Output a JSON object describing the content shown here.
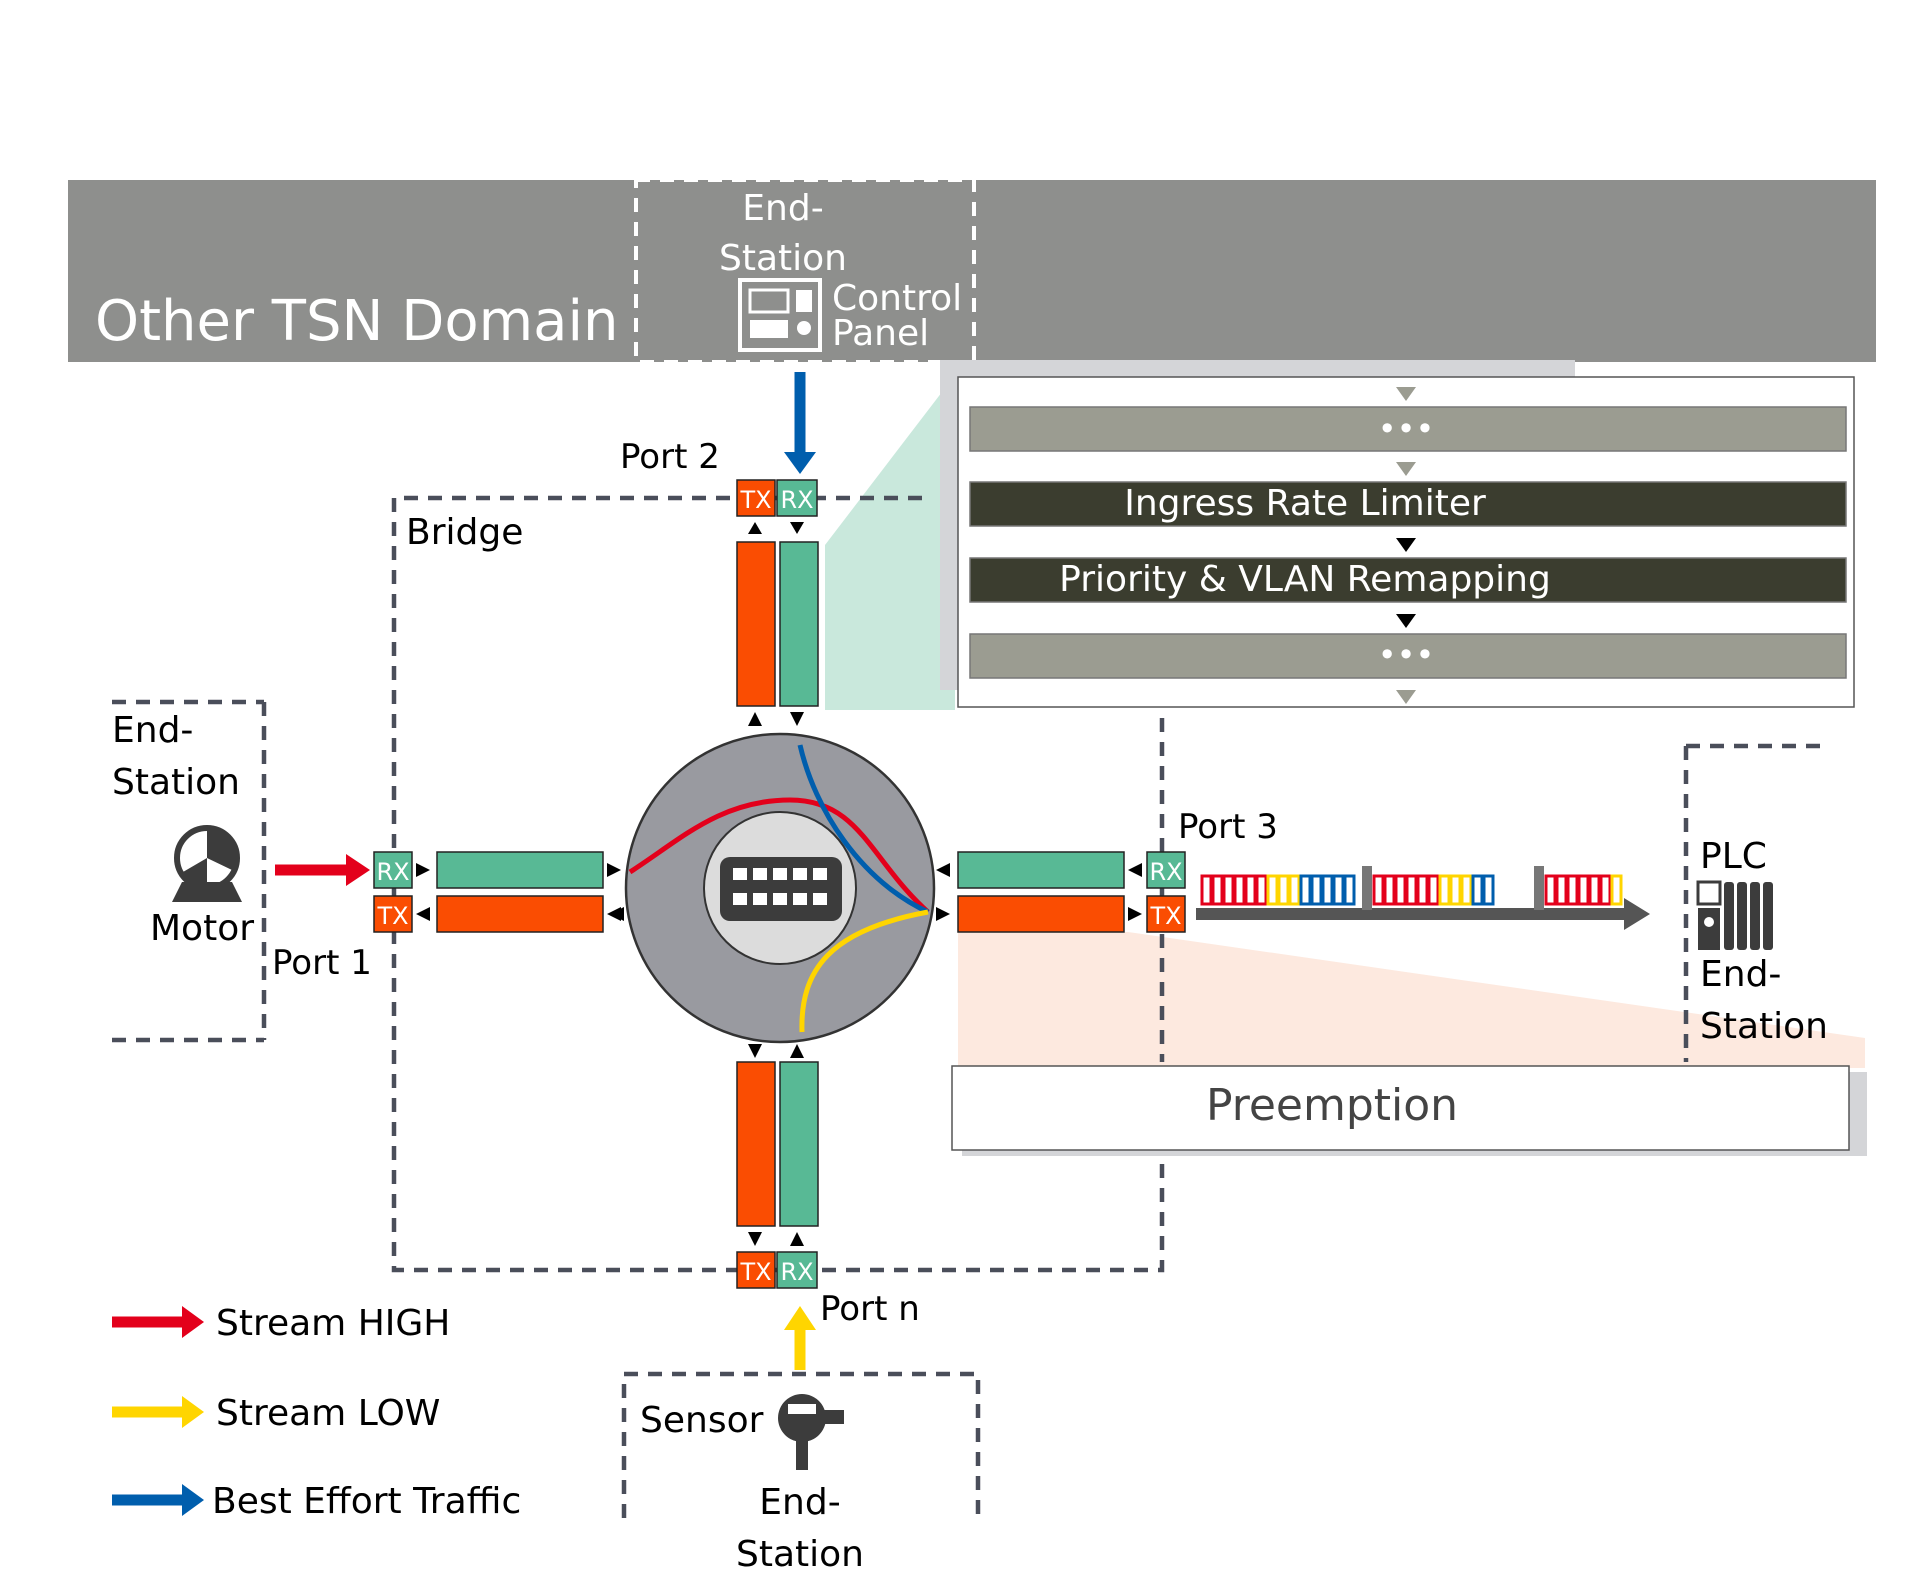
{
  "domain_banner": {
    "title": "Other TSN Domain"
  },
  "control_panel": {
    "role_line1": "End-",
    "role_line2": "Station",
    "name_line1": "Control",
    "name_line2": "Panel"
  },
  "bridge": {
    "label": "Bridge"
  },
  "ports": {
    "port1": {
      "label": "Port 1",
      "rx": "RX",
      "tx": "TX"
    },
    "port2": {
      "label": "Port 2",
      "rx": "RX",
      "tx": "TX"
    },
    "port3": {
      "label": "Port 3",
      "rx": "RX",
      "tx": "TX"
    },
    "portn": {
      "label": "Port n",
      "rx": "RX",
      "tx": "TX"
    }
  },
  "motor_station": {
    "role_line1": "End-",
    "role_line2": "Station",
    "name": "Motor"
  },
  "plc_station": {
    "name": "PLC",
    "role_line1": "End-",
    "role_line2": "Station"
  },
  "sensor_station": {
    "name": "Sensor",
    "role_line1": "End-",
    "role_line2": "Station"
  },
  "ingress_pipeline": {
    "stages": [
      {
        "label": "•••",
        "style": "ellipsis"
      },
      {
        "label": "Ingress Rate Limiter",
        "style": "dark"
      },
      {
        "label": "Priority & VLAN Remapping",
        "style": "dark"
      },
      {
        "label": "•••",
        "style": "ellipsis"
      }
    ]
  },
  "egress_feature": {
    "label": "Preemption"
  },
  "legend": [
    {
      "label": "Stream HIGH",
      "color": "#e3001b"
    },
    {
      "label": "Stream LOW",
      "color": "#ffd500"
    },
    {
      "label": "Best Effort Traffic",
      "color": "#005ead"
    }
  ],
  "colors": {
    "rx_queue": "#58b995",
    "tx_queue": "#fa4d02",
    "banner": "#8e8f8d",
    "switch_fabric": "#999aa0",
    "pipeline_dark": "#3b3d2f",
    "pipeline_light": "#9b9c91"
  }
}
